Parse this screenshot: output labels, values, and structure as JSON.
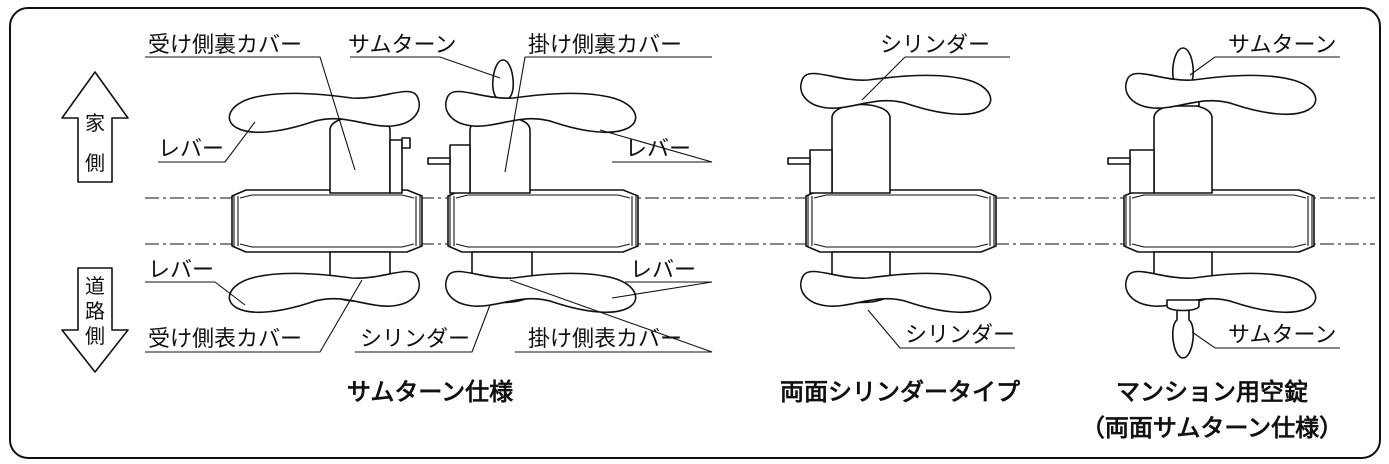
{
  "labels": {
    "receiving_back_cover": "受け側裏カバー",
    "thumb_turn": "サムターン",
    "hanging_back_cover": "掛け側裏カバー",
    "lever": "レバー",
    "receiving_front_cover": "受け側表カバー",
    "cylinder": "シリンダー",
    "hanging_front_cover": "掛け側表カバー"
  },
  "side_arrows": {
    "house": [
      "家",
      "側"
    ],
    "road": [
      "道",
      "路",
      "側"
    ]
  },
  "captions": {
    "thumb_turn_spec": "サムターン仕様",
    "double_cylinder": "両面シリンダータイプ",
    "mansion_line1": "マンション用空錠",
    "mansion_line2": "（両面サムターン仕様）"
  }
}
